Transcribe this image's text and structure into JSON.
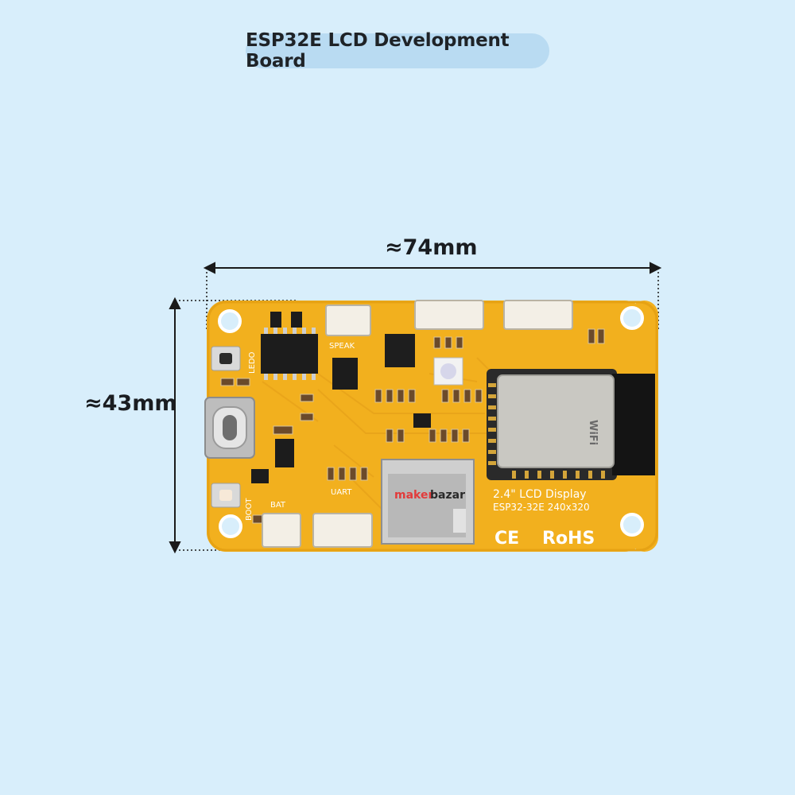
{
  "header": {
    "title": "ESP32E LCD Development Board"
  },
  "dimensions": {
    "width_label": "≈74mm",
    "height_label": "≈43mm"
  },
  "board": {
    "silkscreen": {
      "speaker": "SPEAK",
      "led": "LEDO",
      "uart": "UART",
      "bat": "BAT",
      "boot": "BOOT",
      "display": "2.4\" LCD Display",
      "model": "ESP32-32E 240x320",
      "ce": "CE",
      "rohs": "RoHS"
    },
    "module": {
      "name": "ESP32-32E",
      "wifi_mark": "WiFi"
    },
    "logo": {
      "maker": "maker",
      "bazar": "bazar"
    }
  },
  "colors": {
    "background": "#d8eefb",
    "pill": "#b9dbf2",
    "pcb": "#f2b01e",
    "module_shield": "#c9c8c2",
    "chip": "#1c1c1c"
  }
}
